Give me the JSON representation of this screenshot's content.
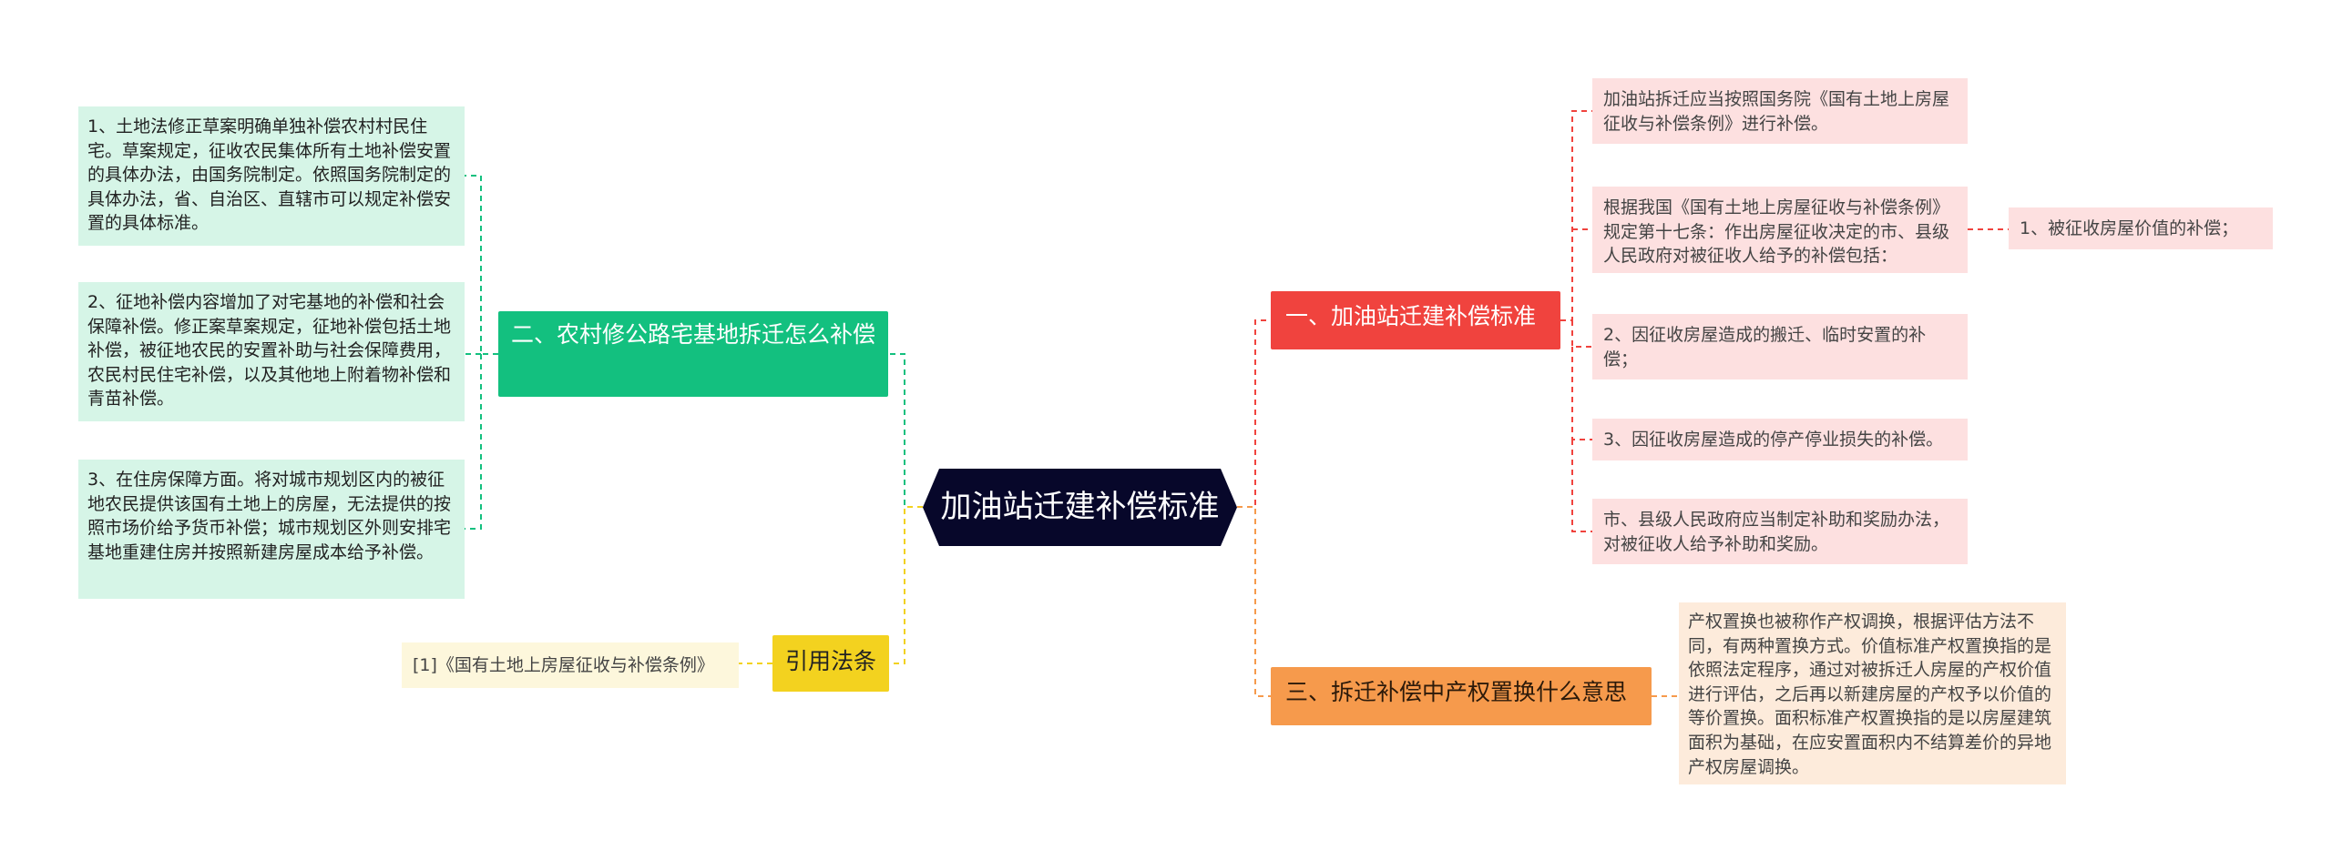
{
  "diagram": {
    "root": {
      "label": "加油站迁建补偿标准"
    },
    "branches": {
      "b1": {
        "label": "一、加油站迁建补偿标准"
      },
      "b2": {
        "label": "二、农村修公路宅基地拆迁怎么补偿"
      },
      "b3": {
        "label": "三、拆迁补偿中产权置换什么意思"
      },
      "b4": {
        "label": "引用法条"
      }
    },
    "leaves": {
      "b1_1": "加油站拆迁应当按照国务院《国有土地上房屋征收与补偿条例》进行补偿。",
      "b1_2": "根据我国《国有土地上房屋征收与补偿条例》规定第十七条：作出房屋征收决定的市、县级人民政府对被征收人给予的补偿包括：",
      "b1_2_1": "1、被征收房屋价值的补偿；",
      "b1_3": "2、因征收房屋造成的搬迁、临时安置的补偿；",
      "b1_4": "3、因征收房屋造成的停产停业损失的补偿。",
      "b1_5": "市、县级人民政府应当制定补助和奖励办法，对被征收人给予补助和奖励。",
      "b2_1": "1、土地法修正草案明确单独补偿农村村民住宅。草案规定，征收农民集体所有土地补偿安置的具体办法，由国务院制定。依照国务院制定的具体办法，省、自治区、直辖市可以规定补偿安置的具体标准。",
      "b2_2": "2、征地补偿内容增加了对宅基地的补偿和社会保障补偿。修正案草案规定，征地补偿包括土地补偿，被征地农民的安置补助与社会保障费用，农民村民住宅补偿，以及其他地上附着物补偿和青苗补偿。",
      "b2_3": "3、在住房保障方面。将对城市规划区内的被征地农民提供该国有土地上的房屋，无法提供的按照市场价给予货币补偿；城市规划区外则安排宅基地重建住房并按照新建房屋成本给予补偿。",
      "b3_1": "产权置换也被称作产权调换，根据评估方法不同，有两种置换方式。价值标准产权置换指的是依照法定程序，通过对被拆迁人房屋的产权价值进行评估，之后再以新建房屋的产权予以价值的等价置换。面积标准产权置换指的是以房屋建筑面积为基础，在应安置面积内不结算差价的异地产权房屋调换。",
      "b4_1": "[1]《国有土地上房屋征收与补偿条例》"
    },
    "colors": {
      "root": "#07072a",
      "b1": "#f0433e",
      "b2": "#13c07f",
      "b3": "#f69a4c",
      "b4": "#f3d21f"
    }
  }
}
